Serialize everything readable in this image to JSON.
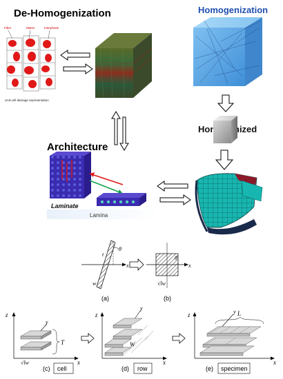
{
  "top": {
    "dehomog_title": "De-Homogenization",
    "homog_title": "Homogenization",
    "homogenized_label": "Homogenized",
    "architecture_title": "Architecture",
    "unitcell_labels": {
      "fiber": "Fiber",
      "matrix": "Matrix",
      "interphase": "Interphase"
    },
    "unitcell_caption": "Unit-cell damage representation",
    "laminate_label": "Laminate",
    "lamina_label": "Lamina"
  },
  "bottom": {
    "fig_a": {
      "t": "t",
      "theta": "θ",
      "w": "w",
      "x": "x",
      "caption": "(a)"
    },
    "fig_b": {
      "theta": "θ",
      "x": "x",
      "sqrt": "√lw",
      "caption": "(b)"
    },
    "fig_c": {
      "z": "z",
      "y": "y",
      "T": "T",
      "sqrt": "√lw",
      "x": "x",
      "caption": "(c)",
      "box": "cell"
    },
    "fig_d": {
      "z": "z",
      "y": "y",
      "W": "W",
      "x": "x",
      "caption": "(d)",
      "box": "row"
    },
    "fig_e": {
      "z": "z",
      "y": "y",
      "L": "L",
      "x": "x",
      "caption": "(e)",
      "box": "specimen"
    }
  },
  "colors": {
    "title_blue": "#1f4fb0",
    "laminate_blue": "#3a2bb0",
    "cell_red": "#e01818",
    "mesh_teal": "#18b6b0",
    "cube_blue": "#5aa6e6"
  }
}
